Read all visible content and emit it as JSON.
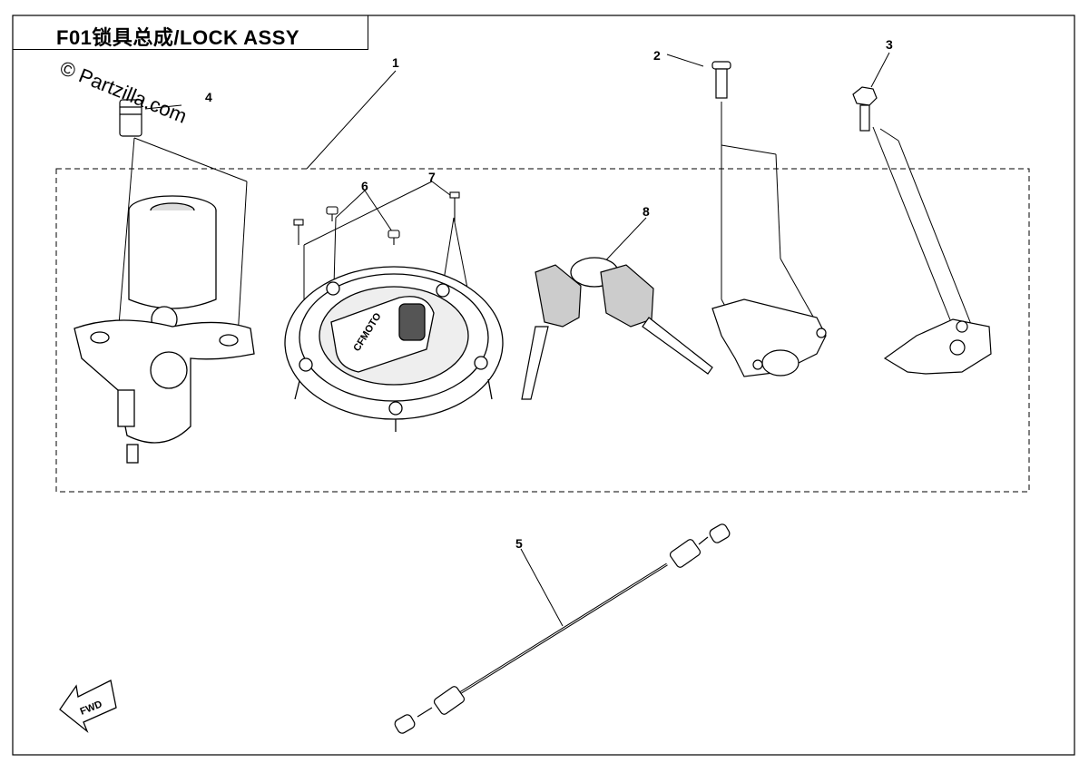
{
  "title": "F01锁具总成/LOCK ASSY",
  "watermark": "© Partzilla.com",
  "fwd_label": "FWD",
  "callouts": [
    {
      "id": "1",
      "label": "1"
    },
    {
      "id": "2",
      "label": "2"
    },
    {
      "id": "3",
      "label": "3"
    },
    {
      "id": "4",
      "label": "4"
    },
    {
      "id": "5",
      "label": "5"
    },
    {
      "id": "6",
      "label": "6"
    },
    {
      "id": "7",
      "label": "7"
    },
    {
      "id": "8",
      "label": "8"
    }
  ],
  "fuel_cap_logo": "CFMOTO"
}
